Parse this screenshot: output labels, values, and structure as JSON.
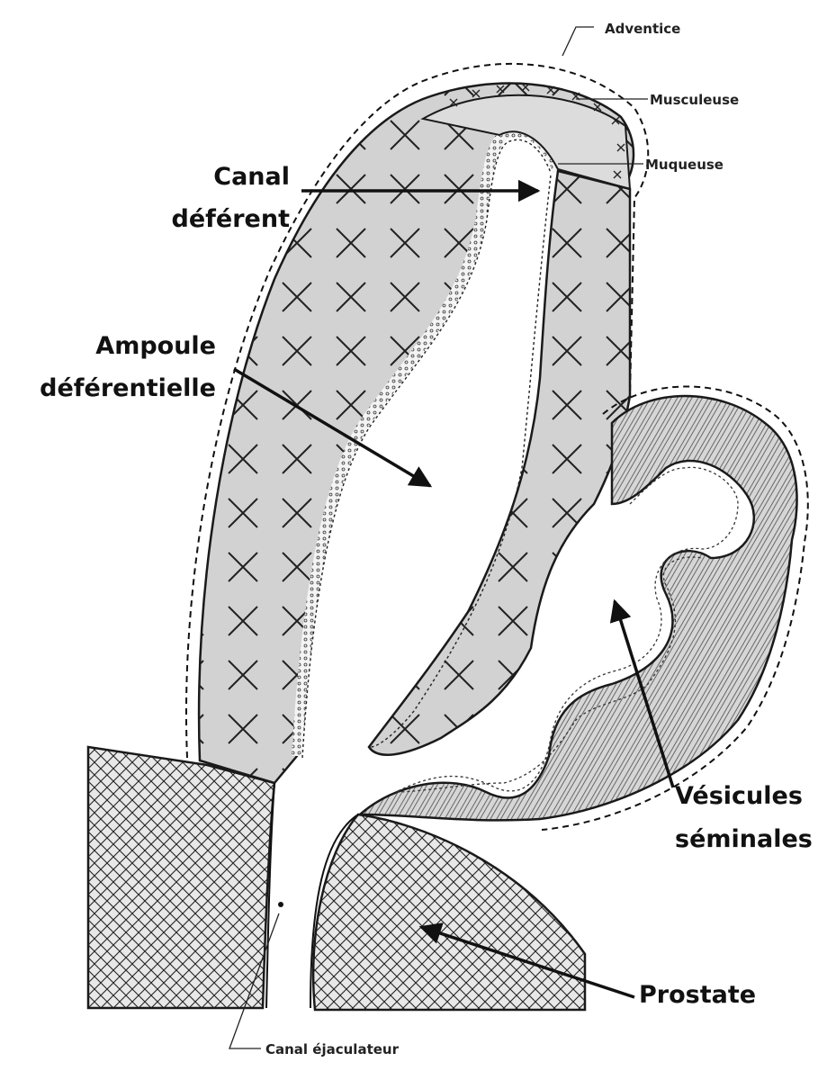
{
  "labels": {
    "adventice": "Adventice",
    "musculeuse": "Musculeuse",
    "muqueuse": "Muqueuse",
    "canal_deferent_line1": "Canal",
    "canal_deferent_line2": "déférent",
    "ampoule_line1": "Ampoule",
    "ampoule_line2": "déférentielle",
    "vesicules_line1": "Vésicules",
    "vesicules_line2": "séminales",
    "prostate": "Prostate",
    "canal_ejaculateur": "Canal éjaculateur"
  },
  "colors": {
    "muscle_fill": "#d4d4d4",
    "outline": "#1a1a1a",
    "mucosa_fill": "#f2f2f2",
    "prostate_fill": "#e6e6e6"
  }
}
